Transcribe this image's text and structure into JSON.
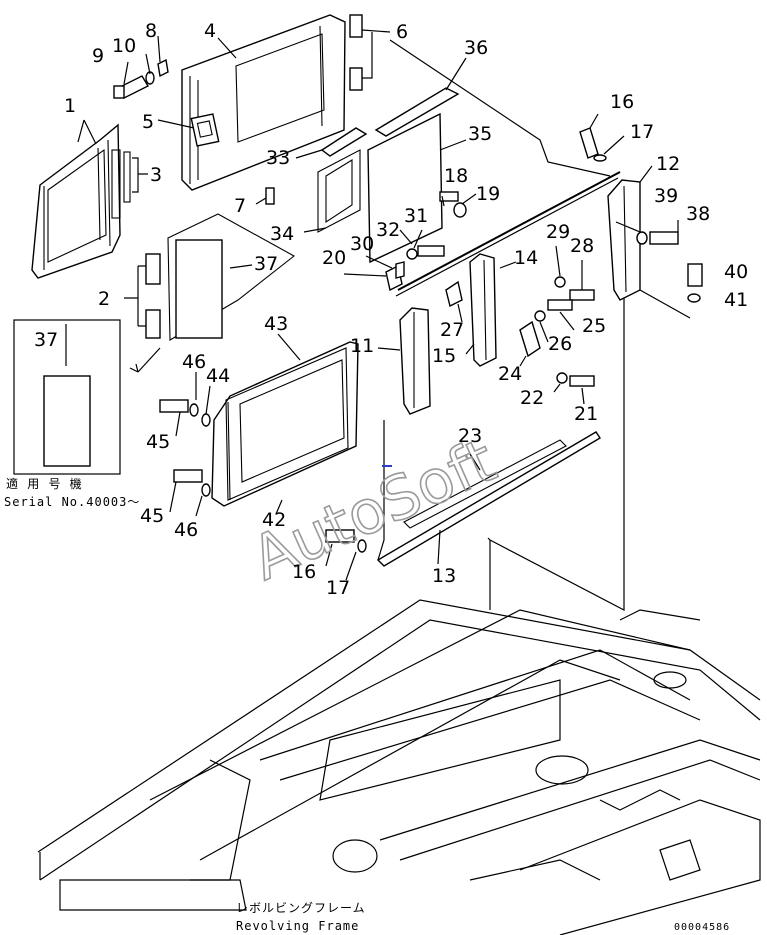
{
  "callouts": [
    {
      "id": "c1",
      "text": "1"
    },
    {
      "id": "c2",
      "text": "2"
    },
    {
      "id": "c3",
      "text": "3"
    },
    {
      "id": "c4",
      "text": "4"
    },
    {
      "id": "c5",
      "text": "5"
    },
    {
      "id": "c6",
      "text": "6"
    },
    {
      "id": "c7",
      "text": "7"
    },
    {
      "id": "c8",
      "text": "8"
    },
    {
      "id": "c9",
      "text": "9"
    },
    {
      "id": "c10",
      "text": "10"
    },
    {
      "id": "c11",
      "text": "11"
    },
    {
      "id": "c12",
      "text": "12"
    },
    {
      "id": "c13",
      "text": "13"
    },
    {
      "id": "c14",
      "text": "14"
    },
    {
      "id": "c15",
      "text": "15"
    },
    {
      "id": "c16a",
      "text": "16"
    },
    {
      "id": "c16b",
      "text": "16"
    },
    {
      "id": "c17a",
      "text": "17"
    },
    {
      "id": "c17b",
      "text": "17"
    },
    {
      "id": "c18",
      "text": "18"
    },
    {
      "id": "c19",
      "text": "19"
    },
    {
      "id": "c20",
      "text": "20"
    },
    {
      "id": "c21",
      "text": "21"
    },
    {
      "id": "c22",
      "text": "22"
    },
    {
      "id": "c23",
      "text": "23"
    },
    {
      "id": "c24",
      "text": "24"
    },
    {
      "id": "c25",
      "text": "25"
    },
    {
      "id": "c26",
      "text": "26"
    },
    {
      "id": "c27",
      "text": "27"
    },
    {
      "id": "c28",
      "text": "28"
    },
    {
      "id": "c29",
      "text": "29"
    },
    {
      "id": "c30",
      "text": "30"
    },
    {
      "id": "c31",
      "text": "31"
    },
    {
      "id": "c32",
      "text": "32"
    },
    {
      "id": "c33",
      "text": "33"
    },
    {
      "id": "c34",
      "text": "34"
    },
    {
      "id": "c35",
      "text": "35"
    },
    {
      "id": "c36",
      "text": "36"
    },
    {
      "id": "c37a",
      "text": "37"
    },
    {
      "id": "c37b",
      "text": "37"
    },
    {
      "id": "c38",
      "text": "38"
    },
    {
      "id": "c39",
      "text": "39"
    },
    {
      "id": "c40",
      "text": "40"
    },
    {
      "id": "c41",
      "text": "41"
    },
    {
      "id": "c42",
      "text": "42"
    },
    {
      "id": "c43",
      "text": "43"
    },
    {
      "id": "c44",
      "text": "44"
    },
    {
      "id": "c45a",
      "text": "45"
    },
    {
      "id": "c45b",
      "text": "45"
    },
    {
      "id": "c46a",
      "text": "46"
    },
    {
      "id": "c46b",
      "text": "46"
    }
  ],
  "serial_note": {
    "line1": "適 用 号 機",
    "line2": "Serial No.40003～"
  },
  "frame_caption": {
    "jp": "レボルビングフレーム",
    "en": "Revolving Frame"
  },
  "drawing_number": "00004586",
  "watermark": "AutoSoft"
}
